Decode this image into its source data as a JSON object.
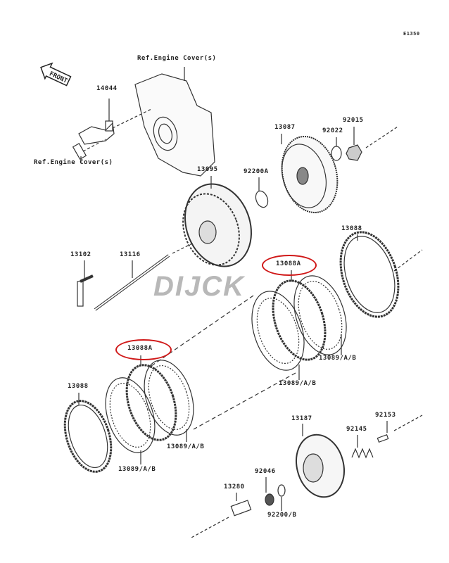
{
  "diagram": {
    "code": "E1350",
    "front_label": "FRONT",
    "watermark": "DIJCK",
    "highlight_color": "#d01818",
    "labels": {
      "ref_cover_top": "Ref.Engine Cover(s)",
      "ref_cover_bottom": "Ref.Engine Cover(s)",
      "p14044": "14044",
      "p13087": "13087",
      "p92022": "92022",
      "p92015": "92015",
      "p13095": "13095",
      "p92200A": "92200A",
      "p13088_right": "13088",
      "p13102": "13102",
      "p13116": "13116",
      "p13088A_upper": "13088A",
      "p13089_r1": "13089/A/B",
      "p13089_r2": "13089/A/B",
      "p13088A_lower": "13088A",
      "p13088_left": "13088",
      "p13187": "13187",
      "p92153": "92153",
      "p92145": "92145",
      "p13089_l1": "13089/A/B",
      "p13089_l2": "13089/A/B",
      "p92046": "92046",
      "p13280": "13280",
      "p92200B": "92200/B"
    }
  }
}
